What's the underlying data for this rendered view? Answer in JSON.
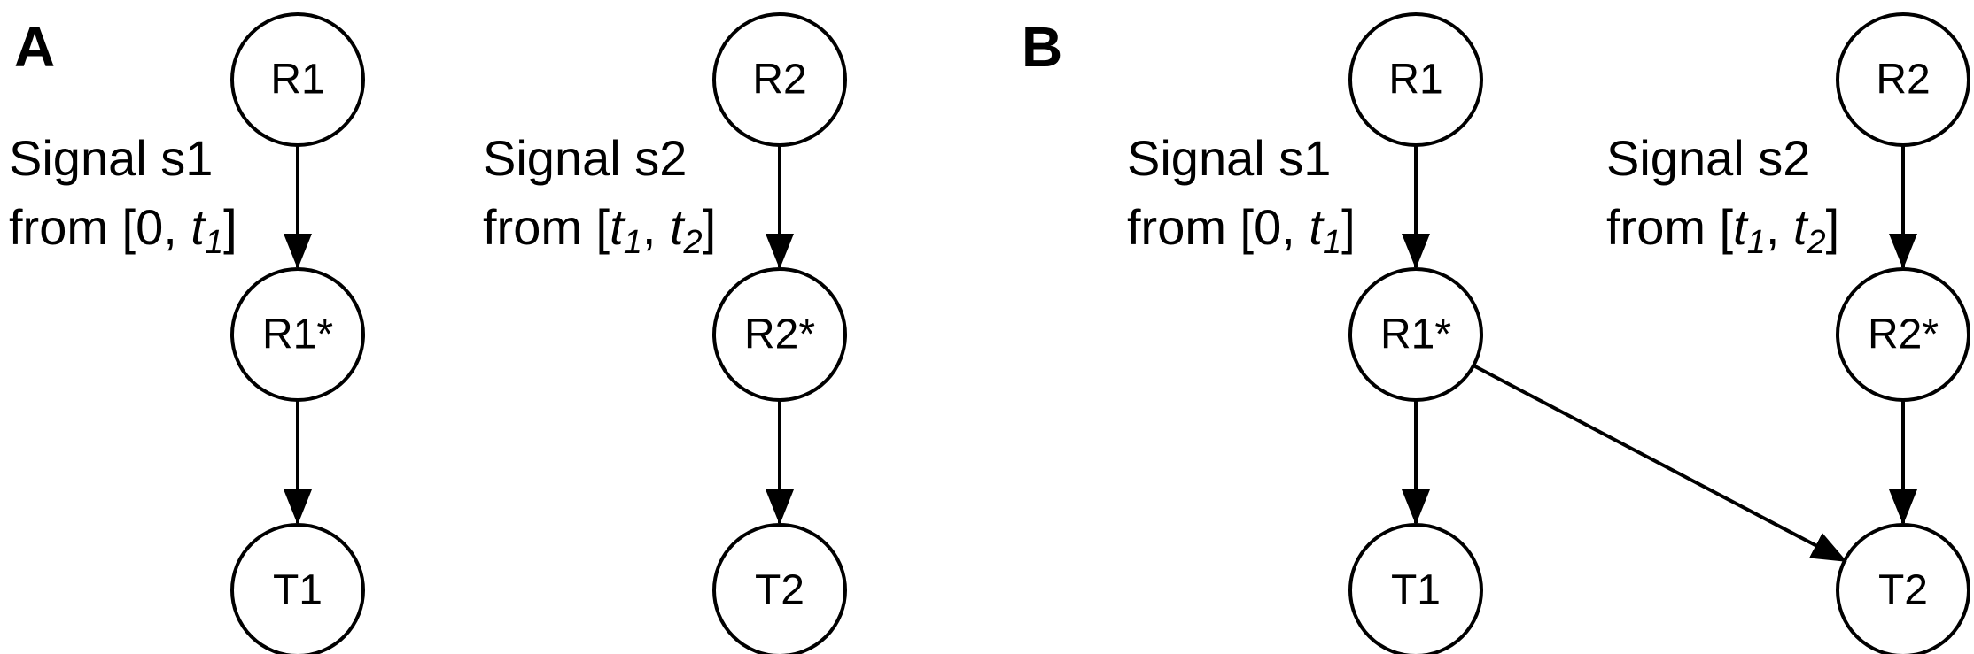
{
  "panels": [
    {
      "label": "A",
      "nodes": {
        "r1": "R1",
        "r1s": "R1*",
        "t1": "T1",
        "r2": "R2",
        "r2s": "R2*",
        "t2": "T2"
      },
      "signal1": {
        "line1": "Signal s1",
        "from": "from [0, ",
        "t_var": "t",
        "t_sub": "1",
        "close": "]"
      },
      "signal2": {
        "line1": "Signal s2",
        "from": "from [",
        "t1_var": "t",
        "t1_sub": "1",
        "sep": ", ",
        "t2_var": "t",
        "t2_sub": "2",
        "close": "]"
      }
    },
    {
      "label": "B",
      "nodes": {
        "r1": "R1",
        "r1s": "R1*",
        "t1": "T1",
        "r2": "R2",
        "r2s": "R2*",
        "t2": "T2"
      },
      "signal1": {
        "line1": "Signal s1",
        "from": "from [0, ",
        "t_var": "t",
        "t_sub": "1",
        "close": "]"
      },
      "signal2": {
        "line1": "Signal s2",
        "from": "from [",
        "t1_var": "t",
        "t1_sub": "1",
        "sep": ", ",
        "t2_var": "t",
        "t2_sub": "2",
        "close": "]"
      }
    }
  ],
  "colors": {
    "stroke": "#000000",
    "background": "#ffffff"
  }
}
